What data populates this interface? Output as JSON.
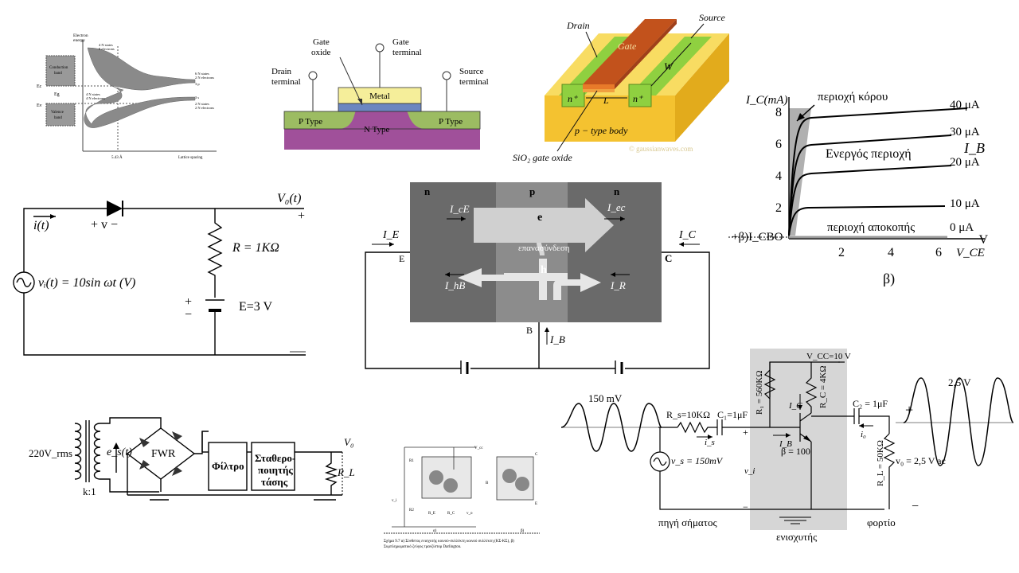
{
  "band": {
    "ylabel1": "Electron",
    "ylabel2": "energy",
    "cond_label1": "Conduction",
    "cond_label2": "band",
    "val_label1": "Valence",
    "val_label2": "band",
    "ec": "Ec",
    "eg": "Eg",
    "ev": "Ev",
    "top_states1": "4 N states",
    "top_states2": "0 electrons",
    "mid_states1": "4 N states",
    "mid_states2": "4 N electrons",
    "r1a": "6 N states",
    "r1b": "2 N electrons",
    "r1c": "3 p",
    "r2a": "3 s",
    "r2b": "2 N states",
    "r2c": "2 N electrons",
    "spacing": "5.43 Å",
    "xlabel": "Lattice spacing"
  },
  "mos": {
    "gate_oxide1": "Gate",
    "gate_oxide2": "oxide",
    "gate_term1": "Gate",
    "gate_term2": "terminal",
    "drain_term1": "Drain",
    "drain_term2": "terminal",
    "source_term1": "Source",
    "source_term2": "terminal",
    "metal": "Metal",
    "p_left": "P Type",
    "n_type": "N Type",
    "p_right": "P Type"
  },
  "mosfet3d": {
    "drain": "Drain",
    "gate": "Gate",
    "source": "Source",
    "w": "W",
    "l": "L",
    "n_plus": "n⁺",
    "body": "p − type body",
    "oxide": "SiO₂ gate oxide",
    "watermark": "© gaussianwaves.com"
  },
  "chars": {
    "ylabel": "I_C(mA)",
    "xlabel": "V_CE",
    "v": "V",
    "ib": "I_B",
    "ticks_y": [
      "8",
      "6",
      "4",
      "2"
    ],
    "ticks_x": [
      "2",
      "4",
      "6"
    ],
    "sat": "περιοχή κόρου",
    "active": "Ενεργός περιοχή",
    "cutoff": "περιοχή αποκοπής",
    "ib_vals": [
      "40 μA",
      "30 μA",
      "20 μA",
      "10 μA",
      "0 μA"
    ],
    "iceo": "+β)I_CBO",
    "caption": "β)"
  },
  "halfwave": {
    "v0": "V₀(t)",
    "plus_top": "+",
    "current": "i(t)",
    "diode_v": "+ v −",
    "resistor": "R = 1KΩ",
    "source": "vᵢ(t) = 10sin ωt (V)",
    "battery": "E=3 V",
    "bat_plus": "+",
    "bat_minus": "−"
  },
  "bjt": {
    "n_left": "n",
    "p": "p",
    "n_right": "n",
    "ice": "I_cE",
    "e": "e",
    "iec": "I_ec",
    "recomb": "επανασύνδεση",
    "h": "h",
    "ihb": "I_hB",
    "ir": "I_R",
    "ie": "I_E",
    "ic": "I_C",
    "E": "E",
    "C": "C",
    "B": "B",
    "ib": "I_B"
  },
  "supply": {
    "vin": "220V_rms",
    "es": "e_s(t)",
    "fwr": "FWR",
    "ratio": "k:1",
    "filter": "Φίλτρο",
    "reg1": "Σταθερο-",
    "reg2": "ποιητής",
    "reg3": "τάσης",
    "v0": "V₀",
    "rl": "R_L"
  },
  "darlington": {
    "vcc": "V_cc",
    "r1": "R1",
    "r2": "R2",
    "re": "R_E",
    "rc": "R_C",
    "vo": "v_o",
    "vi": "v_i",
    "a": "α)",
    "b": "β)",
    "c": "C",
    "bl": "B",
    "e": "E",
    "caption1": "Σχήμα 9.7 α) Σύνθετος ενισχυτής κοινού-συλλέκτη κοινού συλλέκτη (ΚΣ-ΚΣ), β)",
    "caption2": "Συμπληρωματικό ζεύγος τρανζίστορ Darlington."
  },
  "amp": {
    "vin": "150 mV",
    "rs": "R_s=10KΩ",
    "c1": "C₁=1μF",
    "is": "i_s",
    "vs": "v_s = 150mV",
    "vi": "v_i",
    "source": "πηγή σήματος",
    "vcc": "V_CC=10 V",
    "r1": "R₁ = 560KΩ",
    "rc": "R_C = 4KΩ",
    "ic": "I_C",
    "ib": "I_B",
    "beta": "β = 100",
    "amp": "ενισχυτής",
    "c2": "C₂ = 1μF",
    "i0": "i₀",
    "rl": "R_L = 50KΩ",
    "v0": "v₀ = 2,5 V ac",
    "vout": "2,5 V",
    "load": "φορτίο",
    "plus": "+",
    "minus": "−"
  }
}
